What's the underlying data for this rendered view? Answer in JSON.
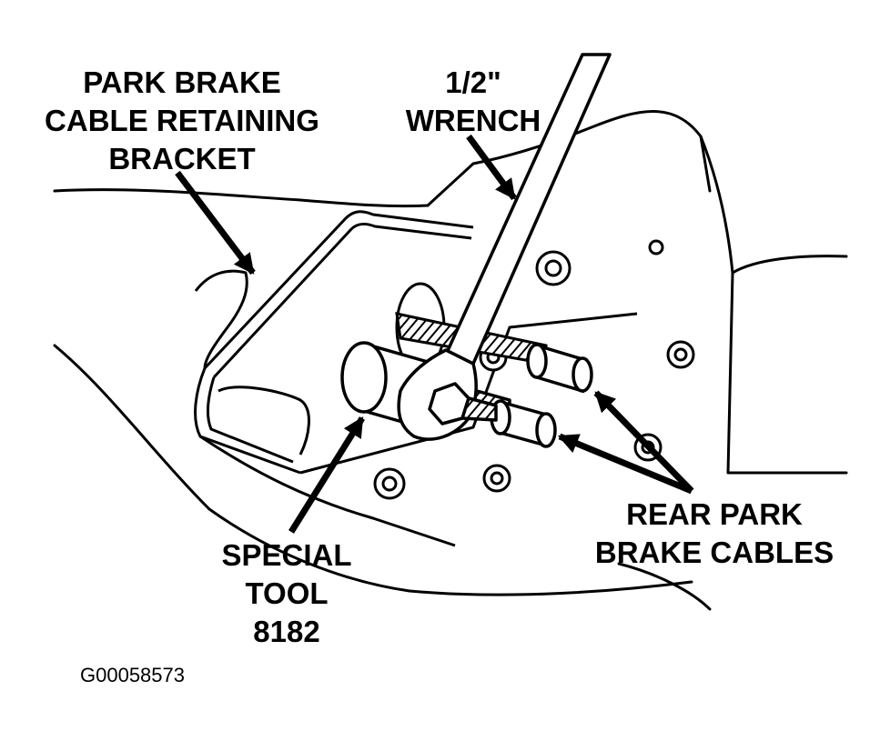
{
  "labels": {
    "bracket": [
      "PARK BRAKE",
      "CABLE RETAINING",
      "BRACKET"
    ],
    "wrench": [
      "1/2\"",
      "WRENCH"
    ],
    "special_tool": [
      "SPECIAL",
      "TOOL",
      "8182"
    ],
    "cables": [
      "REAR PARK",
      "BRAKE CABLES"
    ]
  },
  "figure_id": "G00058573"
}
